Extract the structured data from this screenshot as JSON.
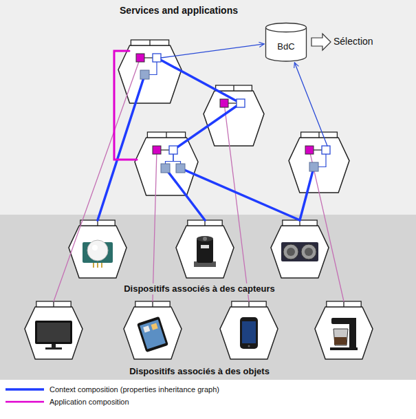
{
  "diagram": {
    "nodes": [
      {
        "text": [
          "Services and applications"
        ]
      },
      {
        "text": [
          "BdC"
        ],
        "in": 0
      },
      {
        "text": [
          "Dispositifs associés à des capteurs",
          "Dispositifs associés à des objets"
        ]
      }
    ],
    "labels": [
      "Sélection"
    ],
    "legend": [
      {
        "text": "Context composition (properties inheritance graph)"
      },
      {
        "text": "Application composition"
      }
    ]
  }
}
